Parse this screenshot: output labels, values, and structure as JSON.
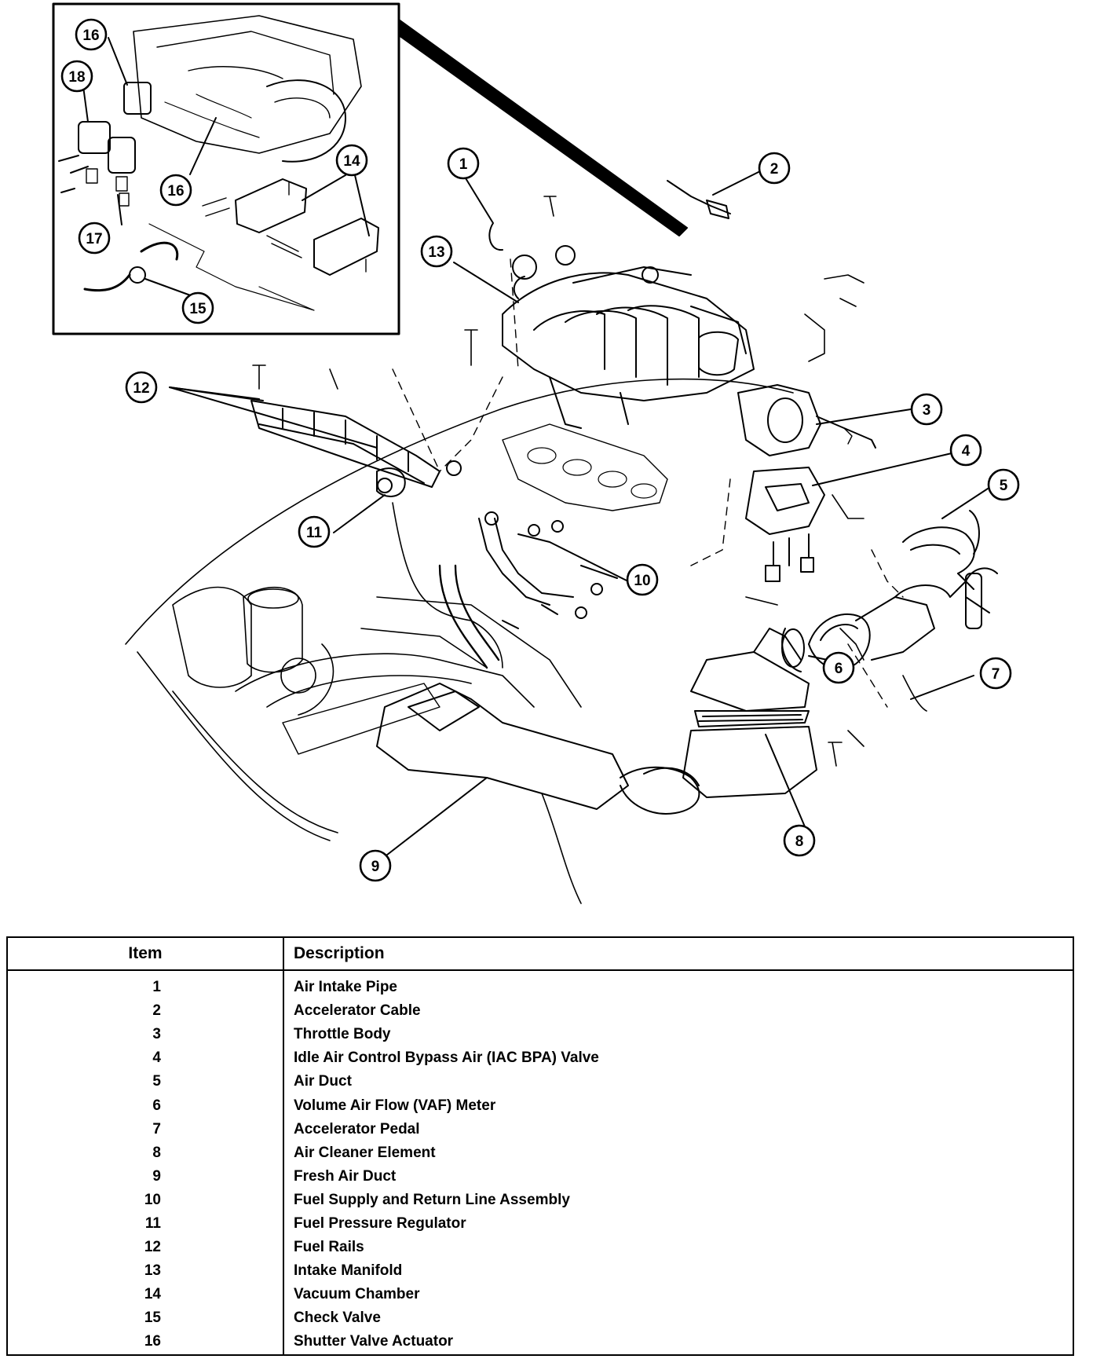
{
  "callouts": [
    {
      "id": "1",
      "label": "1"
    },
    {
      "id": "2",
      "label": "2"
    },
    {
      "id": "3",
      "label": "3"
    },
    {
      "id": "4",
      "label": "4"
    },
    {
      "id": "5",
      "label": "5"
    },
    {
      "id": "6",
      "label": "6"
    },
    {
      "id": "7",
      "label": "7"
    },
    {
      "id": "8",
      "label": "8"
    },
    {
      "id": "9",
      "label": "9"
    },
    {
      "id": "10",
      "label": "10"
    },
    {
      "id": "11",
      "label": "11"
    },
    {
      "id": "12",
      "label": "12"
    },
    {
      "id": "13",
      "label": "13"
    },
    {
      "id": "14",
      "label": "14"
    },
    {
      "id": "15",
      "label": "15"
    },
    {
      "id": "16a",
      "label": "16"
    },
    {
      "id": "16b",
      "label": "16"
    },
    {
      "id": "17",
      "label": "17"
    },
    {
      "id": "18",
      "label": "18"
    }
  ],
  "legend": {
    "headers": {
      "item": "Item",
      "description": "Description"
    },
    "rows": [
      {
        "item": "1",
        "description": "Air Intake Pipe"
      },
      {
        "item": "2",
        "description": "Accelerator Cable"
      },
      {
        "item": "3",
        "description": "Throttle Body"
      },
      {
        "item": "4",
        "description": "Idle Air Control Bypass Air (IAC BPA) Valve"
      },
      {
        "item": "5",
        "description": "Air Duct"
      },
      {
        "item": "6",
        "description": "Volume Air Flow (VAF) Meter"
      },
      {
        "item": "7",
        "description": "Accelerator Pedal"
      },
      {
        "item": "8",
        "description": "Air Cleaner Element"
      },
      {
        "item": "9",
        "description": "Fresh Air Duct"
      },
      {
        "item": "10",
        "description": "Fuel Supply and Return Line Assembly"
      },
      {
        "item": "11",
        "description": "Fuel Pressure Regulator"
      },
      {
        "item": "12",
        "description": "Fuel Rails"
      },
      {
        "item": "13",
        "description": "Intake Manifold"
      },
      {
        "item": "14",
        "description": "Vacuum Chamber"
      },
      {
        "item": "15",
        "description": "Check Valve"
      },
      {
        "item": "16",
        "description": "Shutter Valve Actuator"
      }
    ]
  }
}
